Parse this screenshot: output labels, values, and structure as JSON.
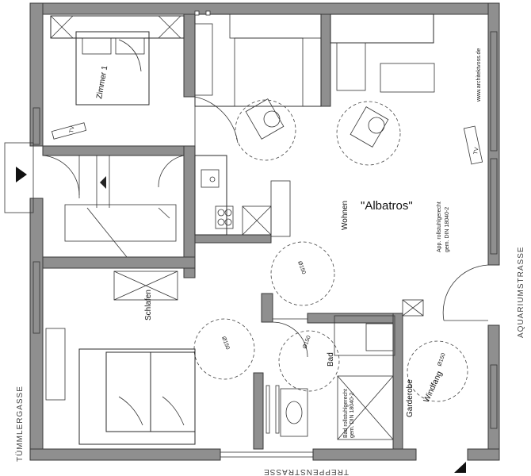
{
  "plan": {
    "title": "\"Albatros\"",
    "rooms": {
      "zimmer1": "Zimmer 1",
      "wohnen": "Wohnen",
      "schlafen": "Schlafen",
      "bad": "Bad",
      "garderobe": "Garderobe",
      "windfang": "Windfang"
    },
    "notes": {
      "app_line1": "App. rollstuhlgerecht",
      "app_line2": "gem. DIN 18040-2",
      "bad_line1": "Bad rollstuhlgerecht",
      "bad_line2": "gem. DIN 18040-2",
      "website": "www.architektvoss.de"
    },
    "dimension": "Ø150",
    "tv": "TV",
    "streets": {
      "right": "AQUARIUMSTRASSE",
      "left": "TÜMMLERGASSE",
      "bottom": "TREPPENSTRASSE"
    }
  }
}
